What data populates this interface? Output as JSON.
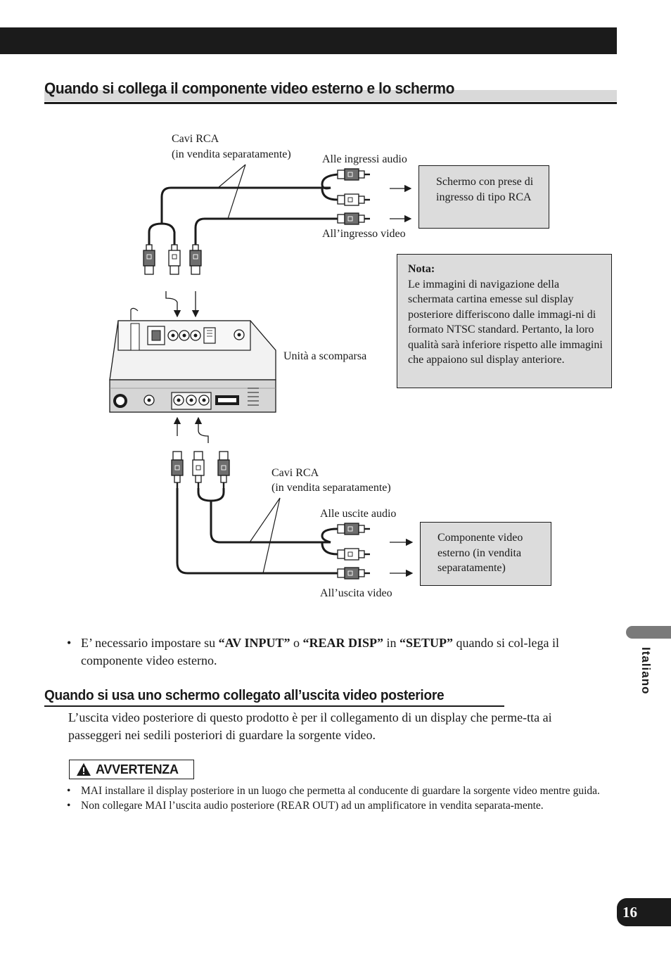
{
  "header": {
    "title": "Quando si collega il componente video esterno e lo schermo"
  },
  "diagram": {
    "top_cable_label": "Cavi RCA",
    "top_cable_note": "(in vendita separatamente)",
    "audio_in_label": "Alle ingressi audio",
    "video_in_label": "All’ingresso video",
    "screen_box": "Schermo con prese di ingresso di tipo RCA",
    "unit_label": "Unità a scomparsa",
    "bottom_cable_label": "Cavi RCA",
    "bottom_cable_note": "(in vendita separatamente)",
    "audio_out_label": "Alle uscite audio",
    "video_out_label": "All’uscita video",
    "component_box": "Componente video esterno (in vendita separatamente)",
    "note_title": "Nota:",
    "note_text": "Le immagini di navigazione della schermata cartina emesse sul display posteriore differiscono dalle immagi-ni di formato NTSC standard. Pertanto, la loro qualità sarà inferiore rispetto alle immagini che appaiono sul display anteriore."
  },
  "bullet": {
    "part1": "E’ necessario impostare su ",
    "av_input": "“AV INPUT”",
    "part2": " o ",
    "rear_disp": "“REAR DISP”",
    "part3": " in ",
    "setup": "“SETUP”",
    "part4": " quando si col-lega il componente video esterno."
  },
  "section2": {
    "title": "Quando si usa uno schermo collegato all’uscita video posteriore",
    "paragraph": "L’uscita video posteriore di questo prodotto è per il collegamento di un display che perme-tta ai passeggeri nei sedili posteriori di guardare la sorgente video."
  },
  "warning": {
    "title": "AVVERTENZA",
    "items": [
      "MAI installare il display posteriore in un luogo che permetta al conducente di guardare la sorgente video mentre guida.",
      "Non collegare MAI l’uscita audio posteriore (REAR OUT) ad un amplificatore in vendita separata-mente."
    ]
  },
  "sidebar": {
    "language": "Italiano"
  },
  "page_number": "16"
}
